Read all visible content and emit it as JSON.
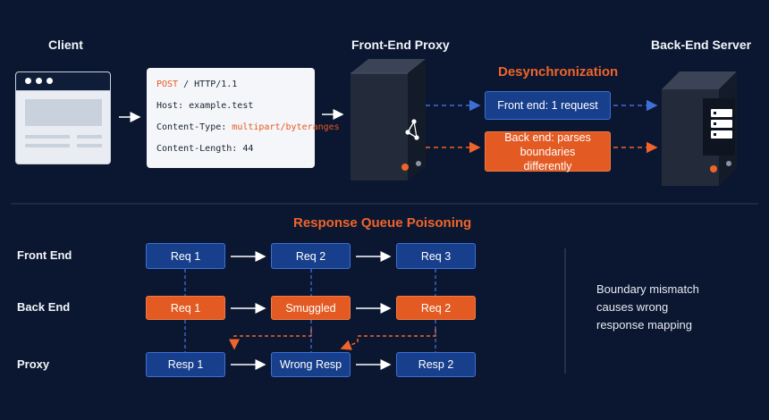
{
  "headers": {
    "client": "Client",
    "proxy": "Front-End Proxy",
    "server": "Back-End Server"
  },
  "request": {
    "method": "POST",
    "separator": " / ",
    "version": "HTTP/1.1",
    "host_label": "Host: ",
    "host_value": "example.test",
    "ctype_label": "Content-Type: ",
    "ctype_value": "multipart/byteranges",
    "clen_label": "Content-Length: ",
    "clen_value": "44"
  },
  "desync": {
    "title": "Desynchronization",
    "front": "Front end: 1 request",
    "back": "Back end: parses boundaries differently"
  },
  "queue": {
    "title": "Response Queue Poisoning",
    "rows": {
      "front": "Front End",
      "back": "Back End",
      "proxy": "Proxy"
    },
    "front_boxes": [
      "Req 1",
      "Req 2",
      "Req 3"
    ],
    "back_boxes": [
      "Req 1",
      "Smuggled",
      "Req 2"
    ],
    "proxy_boxes": [
      "Resp 1",
      "Wrong Resp",
      "Resp 2"
    ],
    "note": "Boundary mismatch\ncauses wrong\nresponse mapping"
  },
  "colors": {
    "background": "#0b1730",
    "accent_orange": "#f0642a",
    "accent_blue": "#3d6fd6",
    "box_blue": "#173f8c",
    "box_orange": "#e35a22"
  },
  "icons": [
    "browser-window-icon",
    "proxy-server-icon",
    "share-nodes-icon",
    "backend-server-icon",
    "server-stack-icon"
  ]
}
